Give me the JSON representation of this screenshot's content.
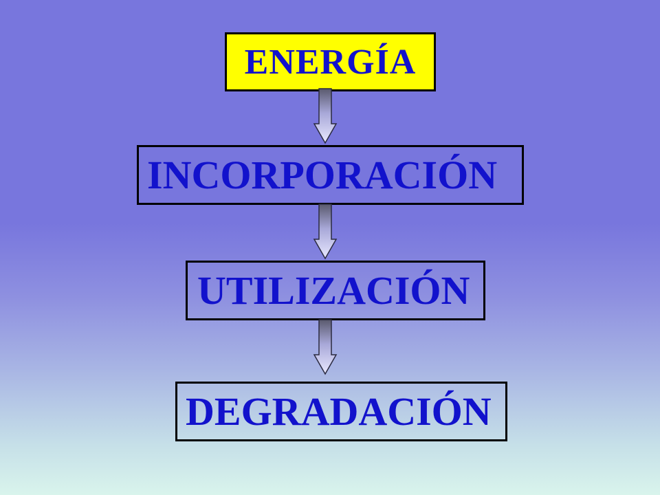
{
  "diagram": {
    "steps": [
      {
        "label": "ENERGÍA"
      },
      {
        "label": "INCORPORACIÓN"
      },
      {
        "label": "UTILIZACIÓN"
      },
      {
        "label": "DEGRADACIÓN"
      }
    ]
  },
  "colors": {
    "text": "#1212cc",
    "highlight_fill": "#ffff00",
    "border": "#000000"
  }
}
